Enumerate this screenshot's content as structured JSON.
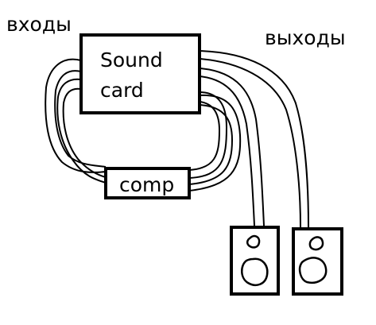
{
  "labels": {
    "inputs": "входы",
    "outputs": "выходы"
  },
  "blocks": {
    "sound_card": {
      "line1": "Sound",
      "line2": "card"
    },
    "computer": {
      "label": "comp"
    }
  },
  "speakers": [
    {
      "name": "left speaker"
    },
    {
      "name": "right speaker"
    }
  ],
  "colors": {
    "ink": "#000000",
    "background": "#ffffff"
  }
}
